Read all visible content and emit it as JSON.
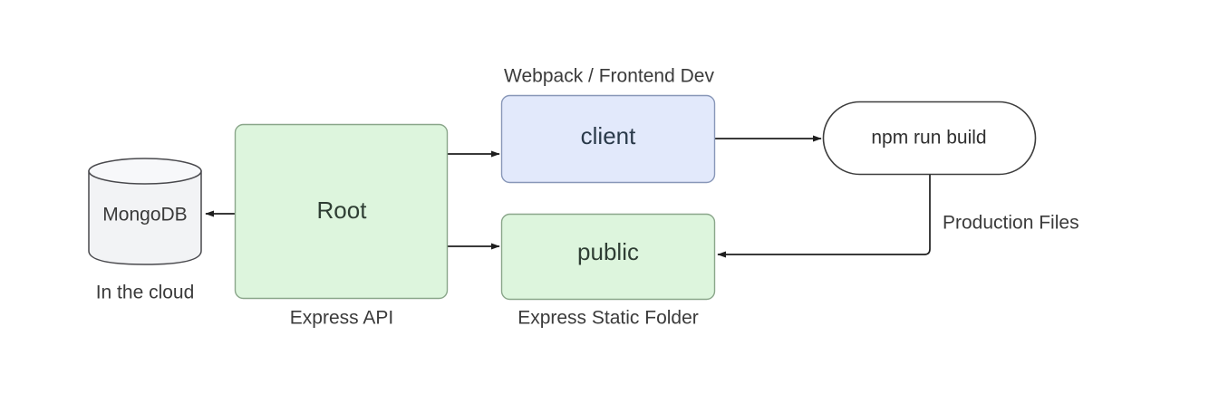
{
  "diagram": {
    "title": "MERN app structure diagram",
    "background": "#ffffff",
    "colors": {
      "green_fill": "#ddf5dd",
      "green_stroke": "#8aa68a",
      "blue_fill": "#e2e9fb",
      "blue_stroke": "#8897b8",
      "plain_fill": "#ffffff",
      "plain_stroke": "#3d3d3d",
      "cylinder_fill": "#f2f3f5",
      "cylinder_stroke": "#49494d",
      "connector": "#1e1e1e",
      "text": "#3b3b3b"
    },
    "nodes": {
      "mongodb": {
        "label": "MongoDB",
        "caption": "In the cloud",
        "shape": "cylinder"
      },
      "root": {
        "label": "Root",
        "caption": "Express API",
        "shape": "rounded-rect"
      },
      "client": {
        "label": "client",
        "caption": "Webpack / Frontend Dev",
        "shape": "rounded-rect"
      },
      "public": {
        "label": "public",
        "caption": "Express Static Folder",
        "shape": "rounded-rect"
      },
      "build": {
        "label": "npm run build",
        "shape": "stadium"
      }
    },
    "edges": {
      "root_to_mongodb": {
        "label": ""
      },
      "root_to_client": {
        "label": ""
      },
      "root_to_public": {
        "label": ""
      },
      "client_to_build": {
        "label": ""
      },
      "build_to_public": {
        "label": "Production Files"
      }
    }
  }
}
